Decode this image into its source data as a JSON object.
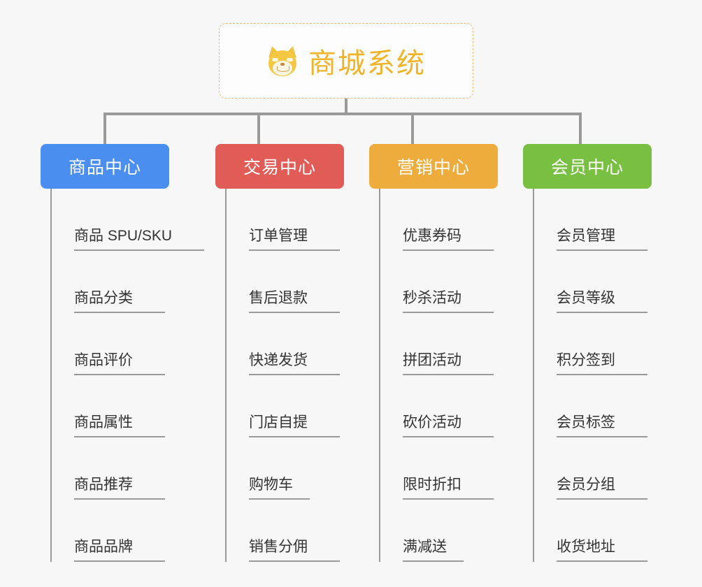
{
  "page": {
    "background_color": "#f7f7f7",
    "diagram_type": "mind-map"
  },
  "root": {
    "title": "商城系统",
    "icon": "shiba-dog-face-icon",
    "text_color": "#f0b429",
    "border_color": "#e8c07a",
    "background_color": "#fdfdfd"
  },
  "connector": {
    "color": "#9a9a9a"
  },
  "branches": [
    {
      "label": "商品中心",
      "color": "#4a8ef0",
      "items": [
        "商品 SPU/SKU",
        "商品分类",
        "商品评价",
        "商品属性",
        "商品推荐",
        "商品品牌"
      ]
    },
    {
      "label": "交易中心",
      "color": "#e25c57",
      "items": [
        "订单管理",
        "售后退款",
        "快递发货",
        "门店自提",
        "购物车",
        "销售分佣"
      ]
    },
    {
      "label": "营销中心",
      "color": "#eeac3d",
      "items": [
        "优惠券码",
        "秒杀活动",
        "拼团活动",
        "砍价活动",
        "限时折扣",
        "满减送"
      ]
    },
    {
      "label": "会员中心",
      "color": "#78bf42",
      "items": [
        "会员管理",
        "会员等级",
        "积分签到",
        "会员标签",
        "会员分组",
        "收货地址"
      ]
    }
  ]
}
